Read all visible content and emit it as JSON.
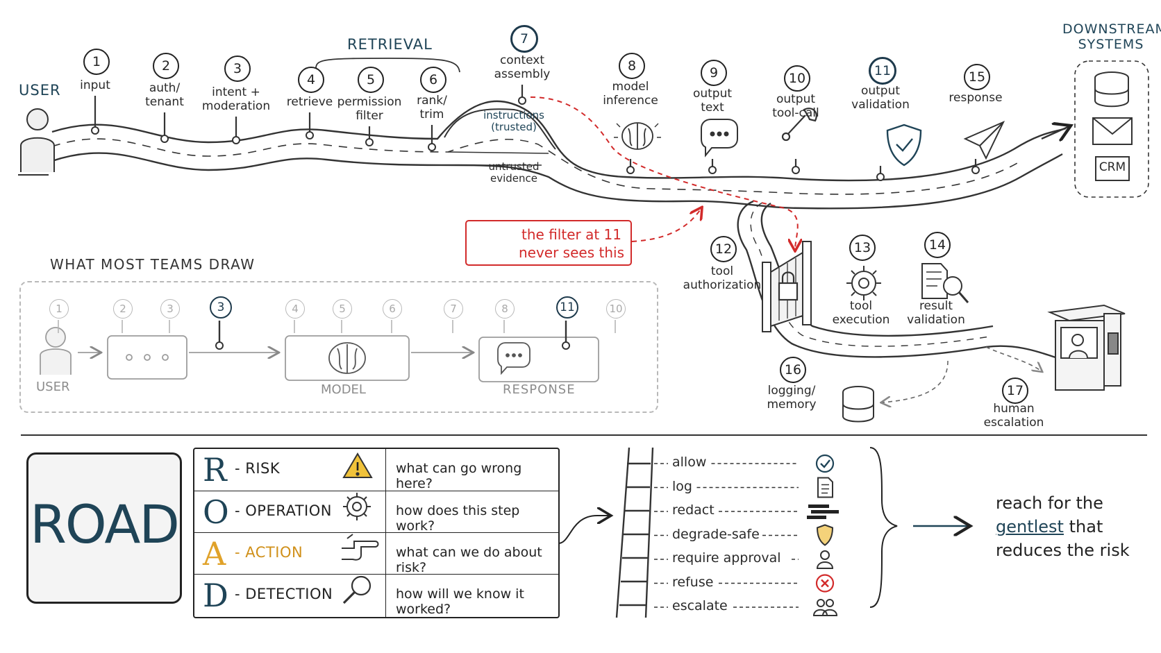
{
  "colors": {
    "accent": "#1f4457",
    "warning": "#d22a2a",
    "faint": "#a9a9a9",
    "ink": "#222222"
  },
  "top": {
    "user_label": "USER",
    "retrieval_label": "RETRIEVAL",
    "downstream_label": "DOWNSTREAM\nSYSTEMS",
    "downstream_items": [
      {
        "icon": "database-icon"
      },
      {
        "icon": "mail-icon"
      },
      {
        "label": "CRM",
        "icon": "crm-icon"
      }
    ],
    "steps": [
      {
        "n": "1",
        "label": "input"
      },
      {
        "n": "2",
        "label": "auth/\ntenant"
      },
      {
        "n": "3",
        "label": "intent +\nmoderation"
      },
      {
        "n": "4",
        "label": "retrieve"
      },
      {
        "n": "5",
        "label": "permission\nfilter"
      },
      {
        "n": "6",
        "label": "rank/\ntrim"
      },
      {
        "n": "7",
        "label": "context\nassembly"
      },
      {
        "n": "8",
        "label": "model\ninference",
        "icon": "brain-icon"
      },
      {
        "n": "9",
        "label": "output\ntext",
        "icon": "chat-icon"
      },
      {
        "n": "10",
        "label": "output\ntool-call",
        "icon": "wrench-icon"
      },
      {
        "n": "11",
        "label": "output\nvalidation",
        "icon": "shield-check-icon"
      },
      {
        "n": "15",
        "label": "response",
        "icon": "paper-plane-icon"
      }
    ],
    "lane_trusted": "instructions\n(trusted)",
    "lane_untrusted": "untrusted\nevidence",
    "warning": {
      "text": "the filter at 11\nnever sees this",
      "icon": "warning-icon"
    },
    "branch_steps": [
      {
        "n": "12",
        "label": "tool\nauthorization",
        "icon": "gate-lock-icon"
      },
      {
        "n": "13",
        "label": "tool\nexecution",
        "icon": "gear-icon"
      },
      {
        "n": "14",
        "label": "result\nvalidation",
        "icon": "doc-search-icon"
      },
      {
        "n": "16",
        "label": "logging/\nmemory",
        "icon": "database-icon"
      },
      {
        "n": "17",
        "label": "human\nescalation",
        "icon": "booth-icon"
      }
    ]
  },
  "teams": {
    "title": "WHAT MOST TEAMS DRAW",
    "user": "USER",
    "model": "MODEL",
    "response": "RESPONSE",
    "markers": [
      "1",
      "2",
      "3",
      "3",
      "4",
      "5",
      "6",
      "7",
      "8",
      "11",
      "10"
    ]
  },
  "road": {
    "sign": "ROAD",
    "rows": [
      {
        "letter": "R",
        "word": "RISK",
        "question": "what can go wrong here?",
        "icon": "warning-triangle-icon"
      },
      {
        "letter": "O",
        "word": "OPERATION",
        "question": "how does this step work?",
        "icon": "gear-icon"
      },
      {
        "letter": "A",
        "word": "ACTION",
        "question": "what can we do about risk?",
        "icon": "pointing-hand-icon"
      },
      {
        "letter": "D",
        "word": "DETECTION",
        "question": "how will we know it worked?",
        "icon": "magnifier-icon"
      }
    ],
    "ladder": [
      {
        "label": "allow",
        "icon": "check-circle-icon"
      },
      {
        "label": "log",
        "icon": "document-icon"
      },
      {
        "label": "redact",
        "icon": "redact-bars-icon"
      },
      {
        "label": "degrade-safe",
        "icon": "shield-icon"
      },
      {
        "label": "require approval",
        "icon": "person-icon"
      },
      {
        "label": "refuse",
        "icon": "x-circle-icon"
      },
      {
        "label": "escalate",
        "icon": "people-icon"
      }
    ],
    "conclusion_pre": "reach for the",
    "conclusion_em": "gentlest",
    "conclusion_mid": "that",
    "conclusion_post": "reduces the risk"
  }
}
